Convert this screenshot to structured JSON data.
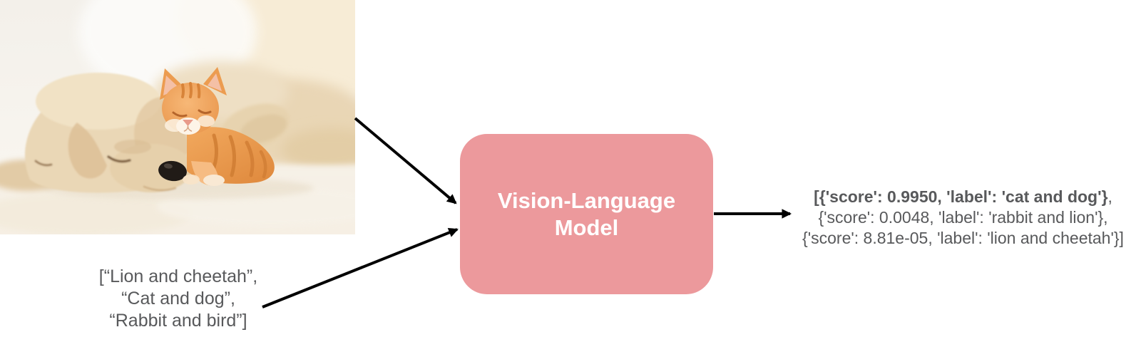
{
  "photo": {
    "description": "Sleeping cream puppy lying on a white blanket with an orange tabby kitten snuggled against its head"
  },
  "input_list": {
    "lines": [
      "[“Lion and cheetah”,",
      "“Cat and dog”,",
      "“Rabbit and bird”]"
    ]
  },
  "model_box": {
    "label": "Vision-Language Model",
    "label_line1": "Vision-Language",
    "label_line2": "Model"
  },
  "output": {
    "line1_bold": "[{'score': 0.9950, 'label': 'cat and dog'}",
    "line1_rest": ",",
    "line2": "{'score': 0.0048, 'label': 'rabbit and lion'},",
    "line3": "{'score': 8.81e-05, 'label': 'lion and cheetah'}]"
  },
  "colors": {
    "model_box_fill": "#EC999C",
    "model_box_text": "#FFFFFF",
    "text_gray": "#58595B",
    "arrow": "#000000"
  }
}
